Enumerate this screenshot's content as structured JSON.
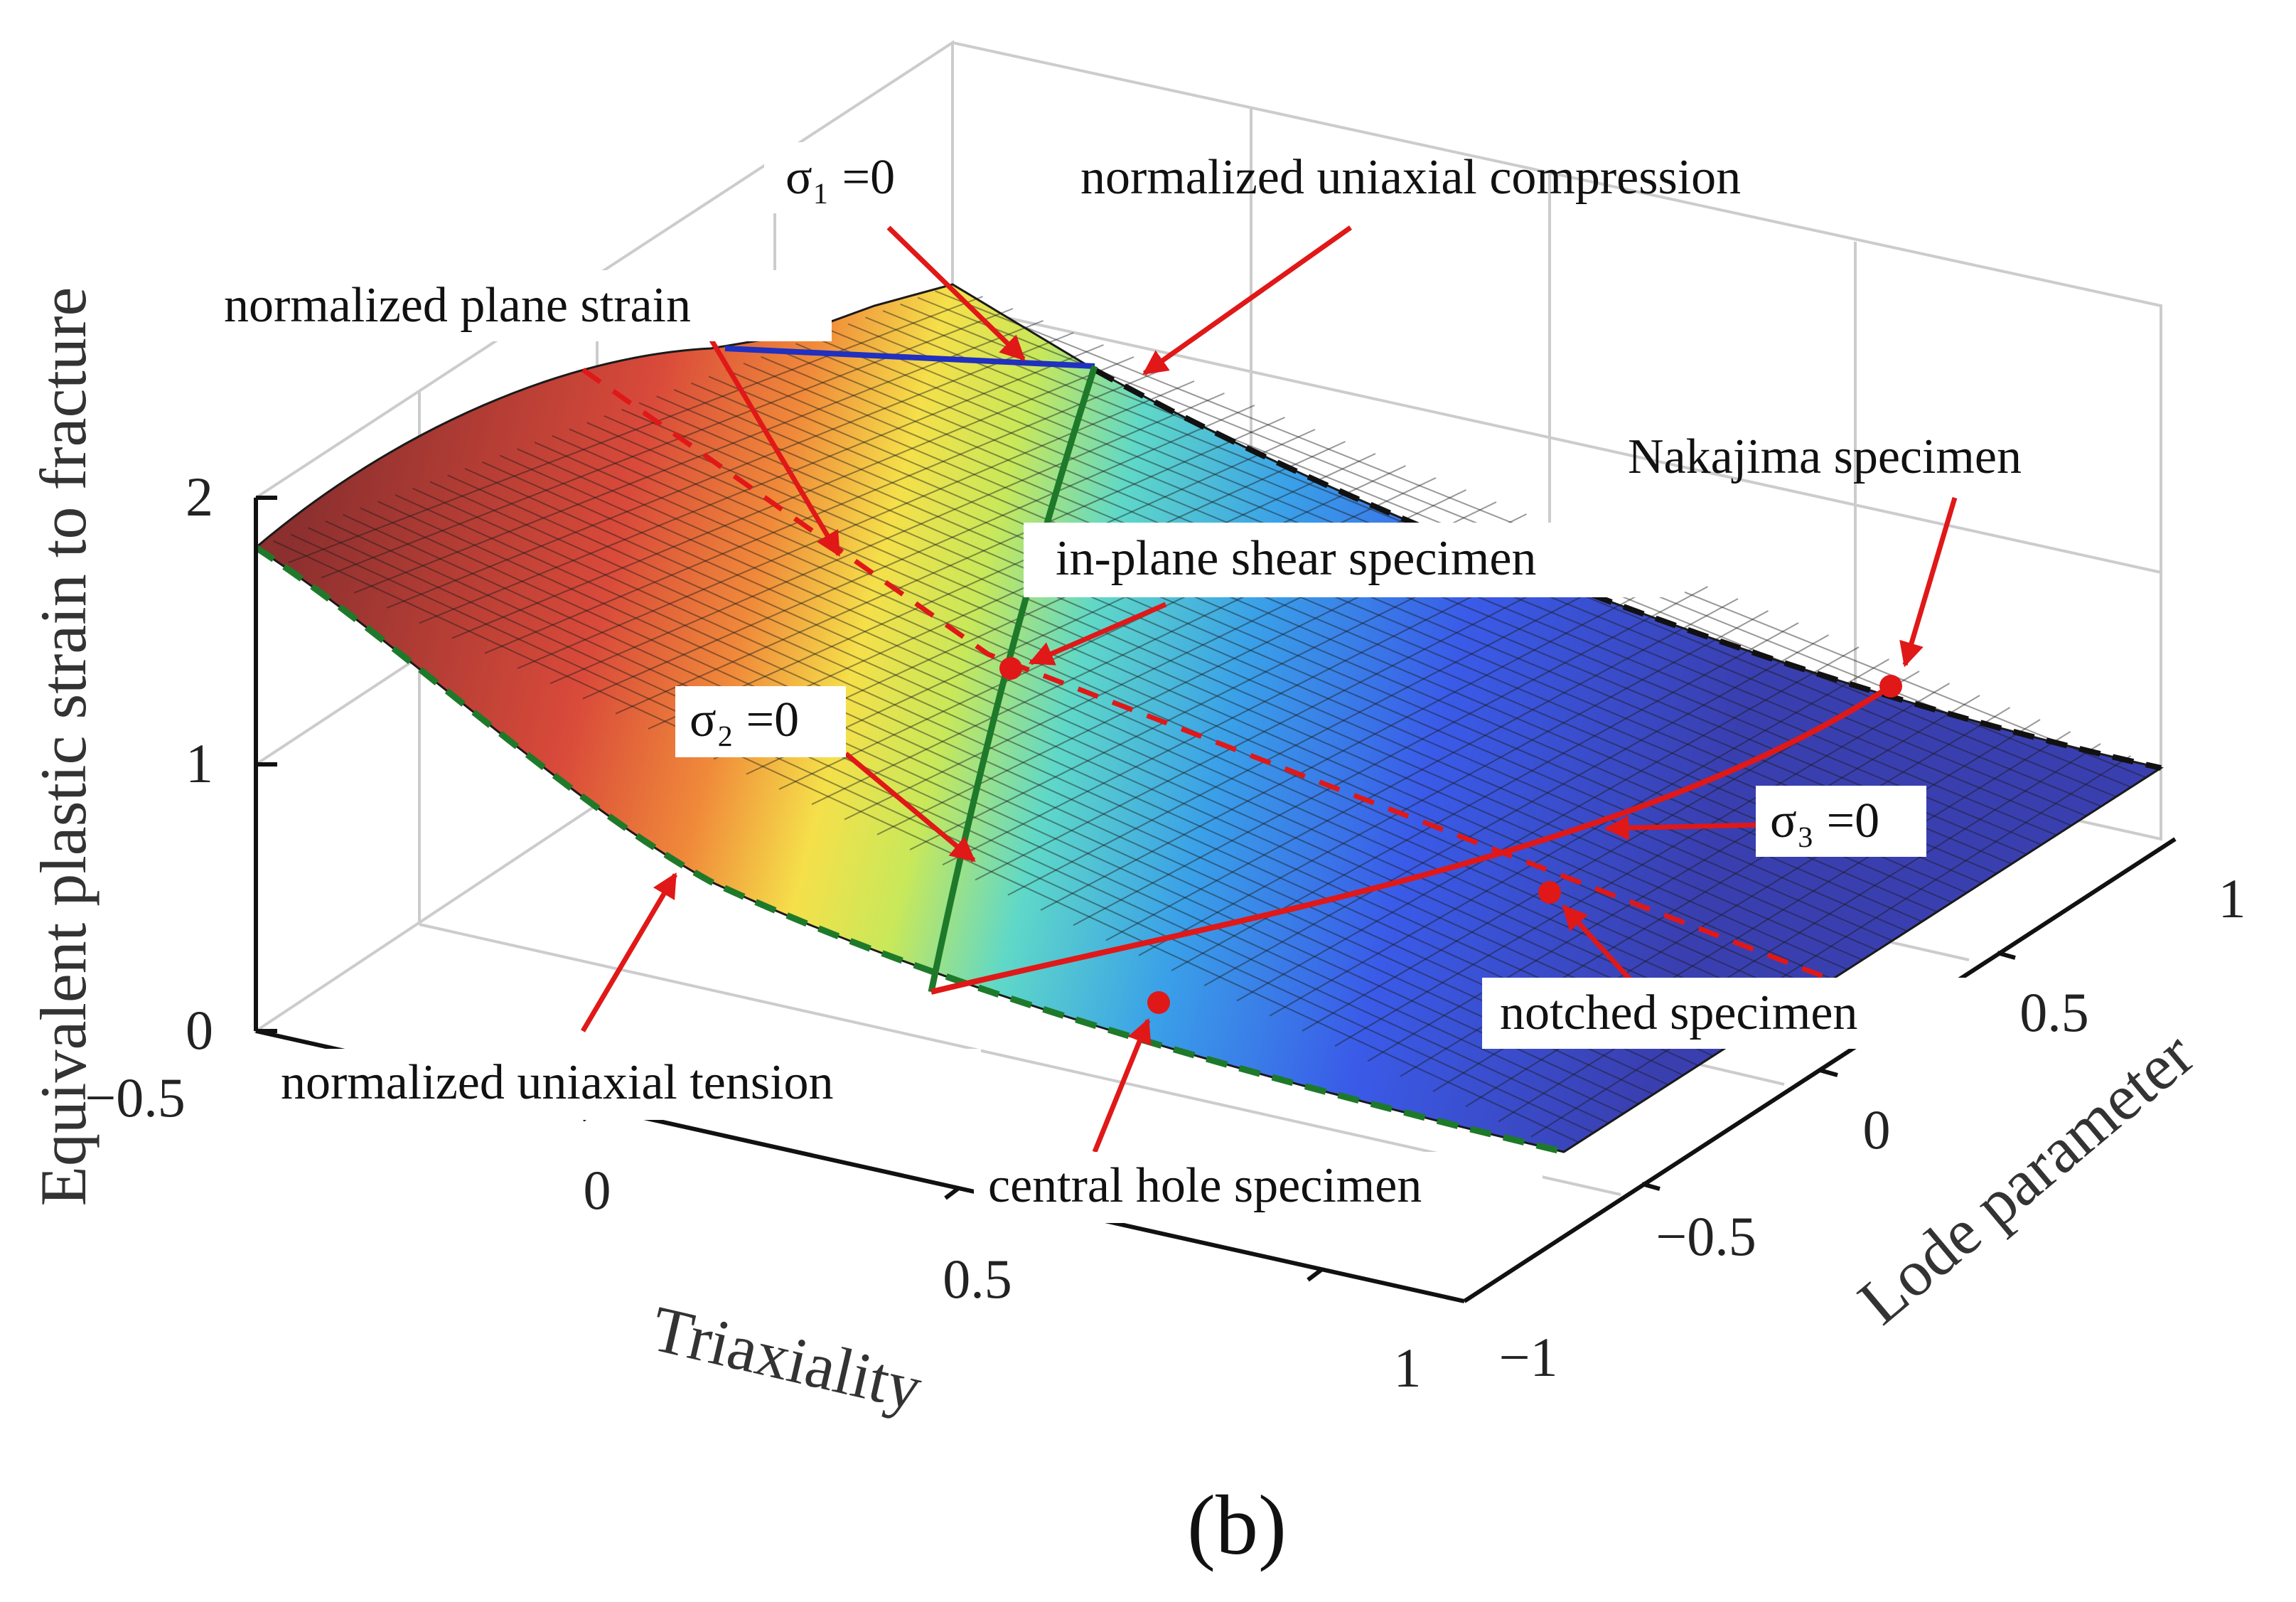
{
  "chart_data": {
    "type": "surface",
    "panel_label": "(b)",
    "xlabel": "Triaxiality",
    "ylabel": "Lode parameter",
    "zlabel": "Equivalent plastic strain to fracture",
    "xlim": [
      -0.5,
      1
    ],
    "ylim": [
      -1,
      1
    ],
    "zlim": [
      0,
      2
    ],
    "x_ticks": [
      "−0.5",
      "0",
      "0.5",
      "1"
    ],
    "y_ticks": [
      "−1",
      "−0.5",
      "0",
      "0.5",
      "1"
    ],
    "z_ticks": [
      "0",
      "1",
      "2"
    ],
    "grid": true,
    "colormap": [
      "#8b2f2f",
      "#d94a3a",
      "#f08a3a",
      "#f5e04a",
      "#c8e85a",
      "#5fd8c8",
      "#3aa0e8",
      "#3a5be8",
      "#3a3fb0"
    ],
    "annotations": [
      {
        "text": "σ₁ =0",
        "name": "sigma1-zero-label"
      },
      {
        "text": "normalized uniaxial compression",
        "name": "uniaxial-compression-label"
      },
      {
        "text": "normalized plane strain",
        "name": "plane-strain-label"
      },
      {
        "text": "Nakajima specimen",
        "name": "nakajima-label"
      },
      {
        "text": "in-plane shear specimen",
        "name": "in-plane-shear-label"
      },
      {
        "text": "σ₂ =0",
        "name": "sigma2-zero-label"
      },
      {
        "text": "σ₃ =0",
        "name": "sigma3-zero-label"
      },
      {
        "text": "notched specimen",
        "name": "notched-label"
      },
      {
        "text": "normalized uniaxial tension",
        "name": "uniaxial-tension-label"
      },
      {
        "text": "central hole specimen",
        "name": "central-hole-label"
      }
    ],
    "specimens": [
      {
        "name": "in-plane shear specimen",
        "triaxiality": 0,
        "lode": 0
      },
      {
        "name": "Nakajima specimen",
        "triaxiality": 0.67,
        "lode": -1
      },
      {
        "name": "notched specimen",
        "triaxiality": 0.5,
        "lode": 0
      },
      {
        "name": "central hole specimen",
        "triaxiality": 0.33,
        "lode": 1
      }
    ],
    "colors": {
      "surface_edge": "#1a1a1a",
      "highlight": "#e01818",
      "curve_green": "#1e7a2a",
      "curve_blue": "#2030c0"
    }
  }
}
